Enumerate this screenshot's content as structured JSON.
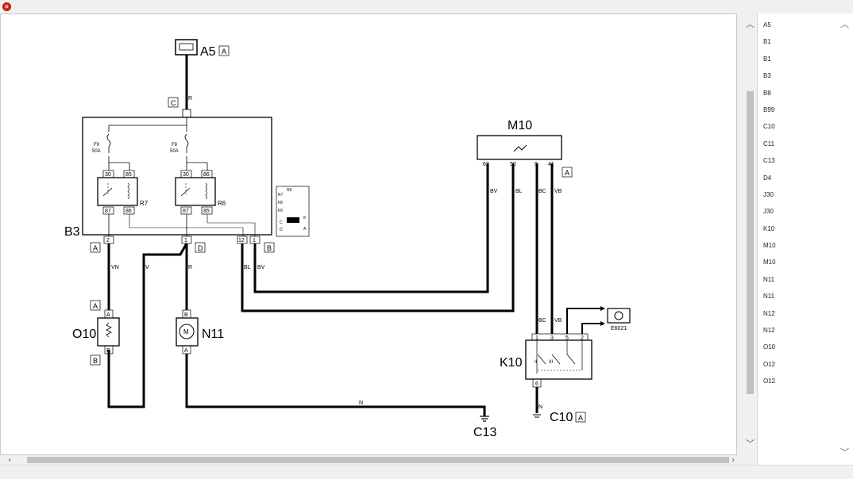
{
  "window": {
    "close_glyph": "×"
  },
  "diagram": {
    "components": {
      "A5": "A5",
      "B3": "B3",
      "M10": "M10",
      "O10": "O10",
      "N11": "N11",
      "K10": "K10",
      "C10": "C10",
      "C13": "C13",
      "E6021": "E6021"
    },
    "box_tags": {
      "A": "A",
      "B": "B",
      "C": "C",
      "D": "D"
    },
    "fuses": {
      "F9": "F9",
      "F8": "F8",
      "F9_rating": "50A",
      "F8_rating": "50A"
    },
    "relays": {
      "R7": "R7",
      "R6": "R6"
    },
    "relay_pins": {
      "r7_top_left": "30",
      "r7_top_right": "85",
      "r7_bot_left": "87",
      "r7_bot_right": "86",
      "r6_top_left": "30",
      "r6_top_right": "86",
      "r6_bot_left": "87",
      "r6_bot_right": "85"
    },
    "b3_pins": {
      "p2": "2",
      "p1": "1",
      "p12": "12",
      "p1b": "1"
    },
    "m10_pins": {
      "p62": "62",
      "p50": "50",
      "p9": "9",
      "p41": "41"
    },
    "k10_pins": {
      "p1": "1",
      "p3": "3",
      "p5": "5",
      "p2": "2",
      "p6": "6"
    },
    "k10_positions": {
      "II": "II",
      "III": "III"
    },
    "o10_pins": {
      "top": "A",
      "bottom": "B"
    },
    "n11_pins": {
      "top": "B",
      "bottom": "A",
      "motor": "M"
    },
    "wires": {
      "R_top": "R",
      "VN": "VN",
      "V": "V",
      "R": "R",
      "BL_b3": "BL",
      "BV_b3": "BV",
      "BV_m10": "BV",
      "BL_m10": "BL",
      "BC_m10": "BC",
      "VB_m10": "VB",
      "BC_k10": "BC",
      "VB_k10": "VB",
      "N_c13": "N",
      "N_c10": "N"
    },
    "legend": {
      "title": "R6",
      "r7": "R7",
      "f8": "F8",
      "f9": "F9",
      "label_8": "8",
      "label_a": "A",
      "c": "C",
      "d": "D"
    }
  },
  "sidebar": {
    "items": [
      "A5",
      "B1",
      "B1",
      "B3",
      "B8",
      "B99",
      "C10",
      "C11",
      "C13",
      "D4",
      "J30",
      "J30",
      "K10",
      "M10",
      "M10",
      "N11",
      "N11",
      "N12",
      "N12",
      "O10",
      "O12",
      "O12"
    ]
  }
}
